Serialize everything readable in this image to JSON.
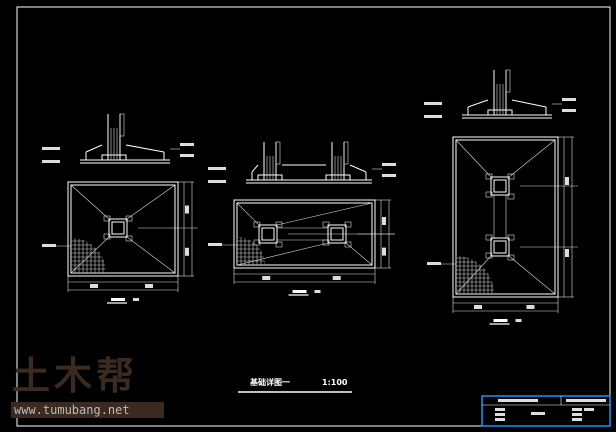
{
  "drawing": {
    "title": "基础详图一",
    "scale": "1:100",
    "border_color": "#ffffff",
    "title_block_color": "#1e90ff"
  },
  "watermark": {
    "logo": "土木帮",
    "url": "www.tumubang.net"
  }
}
